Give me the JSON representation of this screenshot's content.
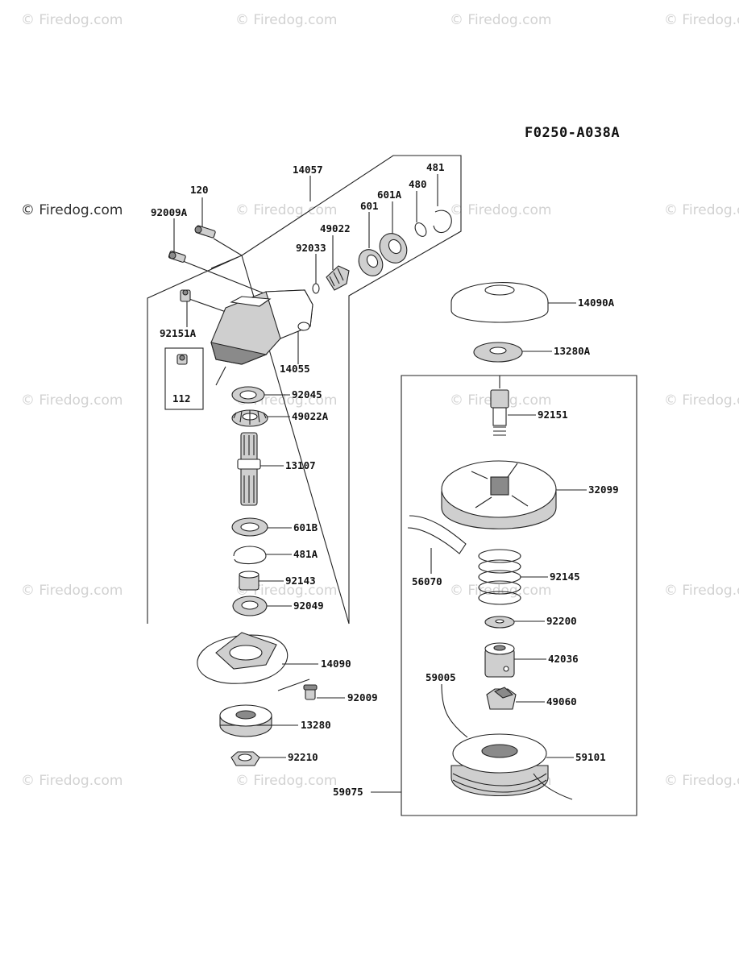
{
  "diagram_code": "F0250-A038A",
  "watermark": {
    "faint_text": "© Firedog.com",
    "dark_text": "© Firedog.com"
  },
  "parts": [
    {
      "id": "p-14057",
      "label": "14057"
    },
    {
      "id": "p-120",
      "label": "120"
    },
    {
      "id": "p-92009A",
      "label": "92009A"
    },
    {
      "id": "p-481",
      "label": "481"
    },
    {
      "id": "p-480",
      "label": "480"
    },
    {
      "id": "p-601A",
      "label": "601A"
    },
    {
      "id": "p-601",
      "label": "601"
    },
    {
      "id": "p-49022",
      "label": "49022"
    },
    {
      "id": "p-92033",
      "label": "92033"
    },
    {
      "id": "p-92151A",
      "label": "92151A"
    },
    {
      "id": "p-14055",
      "label": "14055"
    },
    {
      "id": "p-112",
      "label": "112"
    },
    {
      "id": "p-92045",
      "label": "92045"
    },
    {
      "id": "p-49022A",
      "label": "49022A"
    },
    {
      "id": "p-13107",
      "label": "13107"
    },
    {
      "id": "p-601B",
      "label": "601B"
    },
    {
      "id": "p-481A",
      "label": "481A"
    },
    {
      "id": "p-92143",
      "label": "92143"
    },
    {
      "id": "p-92049",
      "label": "92049"
    },
    {
      "id": "p-14090",
      "label": "14090"
    },
    {
      "id": "p-92009",
      "label": "92009"
    },
    {
      "id": "p-13280",
      "label": "13280"
    },
    {
      "id": "p-92210",
      "label": "92210"
    },
    {
      "id": "p-59075",
      "label": "59075"
    },
    {
      "id": "p-14090A",
      "label": "14090A"
    },
    {
      "id": "p-13280A",
      "label": "13280A"
    },
    {
      "id": "p-92151",
      "label": "92151"
    },
    {
      "id": "p-32099",
      "label": "32099"
    },
    {
      "id": "p-56070",
      "label": "56070"
    },
    {
      "id": "p-92145",
      "label": "92145"
    },
    {
      "id": "p-92200",
      "label": "92200"
    },
    {
      "id": "p-42036",
      "label": "42036"
    },
    {
      "id": "p-59005",
      "label": "59005"
    },
    {
      "id": "p-49060",
      "label": "49060"
    },
    {
      "id": "p-59101",
      "label": "59101"
    }
  ]
}
